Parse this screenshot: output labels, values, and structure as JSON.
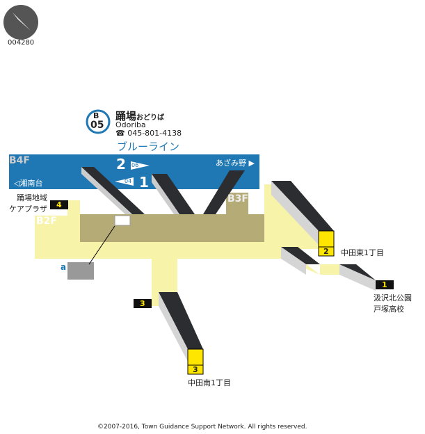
{
  "map_code": "004280",
  "station": {
    "line_code": "B",
    "number": "05",
    "name_ja": "踊場",
    "kana": "おどりば",
    "name_en": "Odoriba",
    "phone_icon": "phone-icon",
    "phone": "045-801-4138",
    "line_name": "ブルーライン"
  },
  "floors": {
    "b4f": "B4F",
    "b3f": "B3F",
    "b2f": "B2F"
  },
  "platform": {
    "track2": "2",
    "track2_code": "06",
    "track1": "1",
    "track1_code": "04",
    "dir_right": "あざみ野",
    "dir_left": "湘南台"
  },
  "exits": [
    {
      "num": "4",
      "label": "踊場地域",
      "label2": "ケアプラザ"
    },
    {
      "num": "3",
      "label": ""
    },
    {
      "num": "2",
      "label": "中田東1丁目"
    },
    {
      "num": "1",
      "label": "汲沢北公園",
      "label2": "戸塚高校"
    },
    {
      "num": "3",
      "label": "中田南1丁目"
    }
  ],
  "facility_a": "a",
  "copyright": "©2007-2016, Town Guidance Support Network. All rights reserved.",
  "colors": {
    "line": "#1f78b4",
    "concourse": "#f7f3a8",
    "platform": "#b5ab77",
    "stairs": "#2b2d30",
    "exit_elevator": "#ffe600"
  }
}
